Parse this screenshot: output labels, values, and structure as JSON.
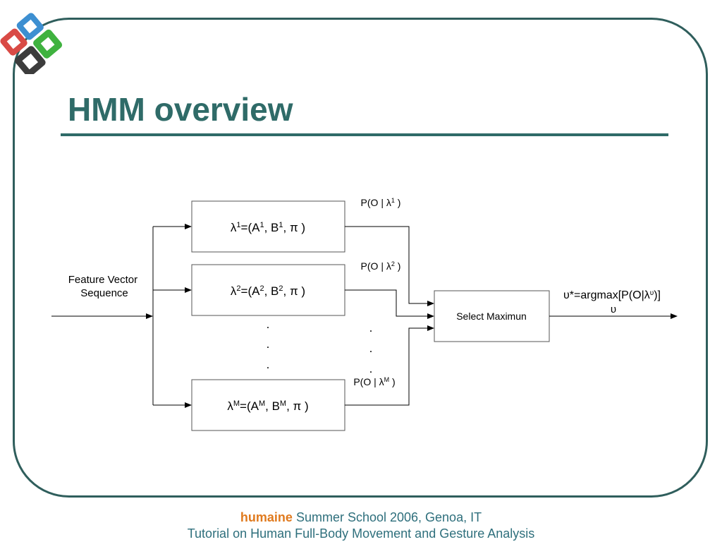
{
  "slide": {
    "title": "HMM overview"
  },
  "diagram": {
    "input_label": [
      "Feature Vector",
      "Sequence"
    ],
    "models": [
      {
        "lambda": "λ",
        "sup": "1",
        "eq": "=(A",
        "a_sup": "1",
        "b": ", B",
        "b_sup": "1",
        "tail": ", π )"
      },
      {
        "lambda": "λ",
        "sup": "2",
        "eq": "=(A",
        "a_sup": "2",
        "b": ", B",
        "b_sup": "2",
        "tail": ", π )"
      },
      {
        "lambda": "λ",
        "sup": "M",
        "eq": "=(A",
        "a_sup": "M",
        "b": ", B",
        "b_sup": "M",
        "tail": ", π )"
      }
    ],
    "likelihoods": [
      {
        "text": "P(O | λ",
        "sup": "1",
        "close": " )"
      },
      {
        "text": "P(O | λ",
        "sup": "2",
        "close": " )"
      },
      {
        "text": "P(O | λ",
        "sup": "M",
        "close": " )"
      }
    ],
    "selector_label": "Select Maximun",
    "output_label": "υ*=argmax[P(O|λ",
    "output_sup": "υ",
    "output_close": ")]",
    "output_sub": "υ",
    "ellipsis_dot": "."
  },
  "footer": {
    "brand": "humaine",
    "line1_rest": " Summer School 2006, Genoa, IT",
    "line2": "Tutorial on Human Full-Body Movement and Gesture Analysis"
  },
  "colors": {
    "frame": "#2f5e5c",
    "title": "#2f6b68",
    "footer_text": "#2e6f7c",
    "brand": "#e07a1e",
    "logo_red": "#d94a45",
    "logo_blue": "#3d8fd1",
    "logo_green": "#3fb23f",
    "logo_dark": "#3c3c3c"
  }
}
